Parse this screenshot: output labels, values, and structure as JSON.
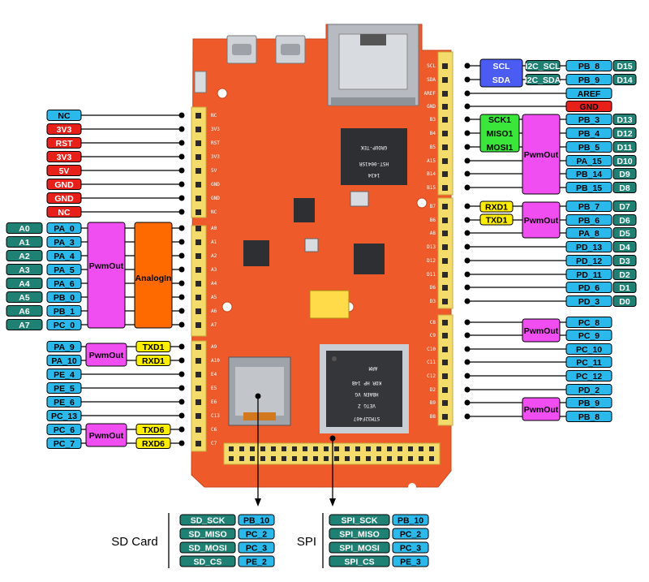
{
  "colors": {
    "board": "#ef5a2a",
    "header": "#f3dc6b",
    "cyan": "#2bb9ec",
    "teal": "#1f8074",
    "red": "#e8201a",
    "magenta": "#f04ef0",
    "orange": "#ff6a00",
    "yellow": "#ffee00",
    "green": "#39e639",
    "blue": "#4a5cf2",
    "line": "#000000"
  },
  "left_pins": [
    {
      "name": "NC",
      "color": "cyan"
    },
    {
      "name": "3V3",
      "color": "red"
    },
    {
      "name": "RST",
      "color": "red"
    },
    {
      "name": "3V3",
      "color": "red"
    },
    {
      "name": "5V",
      "color": "red"
    },
    {
      "name": "GND",
      "color": "red"
    },
    {
      "name": "GND",
      "color": "red"
    },
    {
      "name": "NC",
      "color": "red"
    },
    {
      "name": "PA_0",
      "color": "cyan",
      "analog": "A0"
    },
    {
      "name": "PA_3",
      "color": "cyan",
      "analog": "A1"
    },
    {
      "name": "PA_4",
      "color": "cyan",
      "analog": "A2"
    },
    {
      "name": "PA_5",
      "color": "cyan",
      "analog": "A3"
    },
    {
      "name": "PA_6",
      "color": "cyan",
      "analog": "A4"
    },
    {
      "name": "PB_0",
      "color": "cyan",
      "analog": "A5"
    },
    {
      "name": "PB_1",
      "color": "cyan",
      "analog": "A6"
    },
    {
      "name": "PC_0",
      "color": "cyan",
      "analog": "A7"
    },
    {
      "name": "PA_9",
      "color": "cyan",
      "side": "TXD1"
    },
    {
      "name": "PA_10",
      "color": "cyan",
      "side": "RXD1"
    },
    {
      "name": "PE_4",
      "color": "cyan"
    },
    {
      "name": "PE_5",
      "color": "cyan"
    },
    {
      "name": "PE_6",
      "color": "cyan"
    },
    {
      "name": "PC_13",
      "color": "cyan"
    },
    {
      "name": "PC_6",
      "color": "cyan",
      "side": "TXD6"
    },
    {
      "name": "PC_7",
      "color": "cyan",
      "side": "RXD6"
    }
  ],
  "right_pins": [
    {
      "name": "PB_8",
      "arduino": "D15",
      "color": "cyan",
      "tag": "I2C_SCL"
    },
    {
      "name": "PB_9",
      "arduino": "D14",
      "color": "cyan",
      "tag": "I2C_SDA"
    },
    {
      "name": "AREF",
      "arduino": "",
      "color": "cyan"
    },
    {
      "name": "GND",
      "arduino": "",
      "color": "red"
    },
    {
      "name": "PB_3",
      "arduino": "D13",
      "color": "cyan"
    },
    {
      "name": "PB_4",
      "arduino": "D12",
      "color": "cyan"
    },
    {
      "name": "PB_5",
      "arduino": "D11",
      "color": "cyan"
    },
    {
      "name": "PA_15",
      "arduino": "D10",
      "color": "cyan"
    },
    {
      "name": "PB_14",
      "arduino": "D9",
      "color": "cyan"
    },
    {
      "name": "PB_15",
      "arduino": "D8",
      "color": "cyan"
    },
    {
      "name": "PB_7",
      "arduino": "D7",
      "color": "cyan"
    },
    {
      "name": "PB_6",
      "arduino": "D6",
      "color": "cyan"
    },
    {
      "name": "PA_8",
      "arduino": "D5",
      "color": "cyan"
    },
    {
      "name": "PD_13",
      "arduino": "D4",
      "color": "cyan"
    },
    {
      "name": "PD_12",
      "arduino": "D3",
      "color": "cyan"
    },
    {
      "name": "PD_11",
      "arduino": "D2",
      "color": "cyan"
    },
    {
      "name": "PD_6",
      "arduino": "D1",
      "color": "cyan"
    },
    {
      "name": "PD_3",
      "arduino": "D0",
      "color": "cyan"
    },
    {
      "name": "PC_8",
      "arduino": "",
      "color": "cyan"
    },
    {
      "name": "PC_9",
      "arduino": "",
      "color": "cyan"
    },
    {
      "name": "PC_10",
      "arduino": "",
      "color": "cyan"
    },
    {
      "name": "PC_11",
      "arduino": "",
      "color": "cyan"
    },
    {
      "name": "PC_12",
      "arduino": "",
      "color": "cyan"
    },
    {
      "name": "PD_2",
      "arduino": "",
      "color": "cyan"
    },
    {
      "name": "PB_9",
      "arduino": "",
      "color": "cyan"
    },
    {
      "name": "PB_8",
      "arduino": "",
      "color": "cyan"
    }
  ],
  "groups": {
    "pwm_label": "PwmOut",
    "analog_label": "AnalogIn",
    "i2c": [
      "SCL",
      "SDA"
    ],
    "spi": [
      "SCK1",
      "MISO1",
      "MOSI1"
    ],
    "uart_right": [
      "RXD1",
      "TXD1"
    ]
  },
  "bottom": {
    "sd_title": "SD Card",
    "spi_title": "SPI",
    "sd_rows": [
      {
        "fn": "SD_SCK",
        "pin": "PB_10"
      },
      {
        "fn": "SD_MISO",
        "pin": "PC_2"
      },
      {
        "fn": "SD_MOSI",
        "pin": "PC_3"
      },
      {
        "fn": "SD_CS",
        "pin": "PE_2"
      }
    ],
    "spi_rows": [
      {
        "fn": "SPI_SCK",
        "pin": "PB_10"
      },
      {
        "fn": "SPI_MISO",
        "pin": "PC_2"
      },
      {
        "fn": "SPI_MOSI",
        "pin": "PC_3"
      },
      {
        "fn": "SPI_CS",
        "pin": "PE_3"
      }
    ]
  },
  "board_text": {
    "mcu": [
      "STM32F407",
      "VETG Z",
      "HBAEN VG",
      "KOR HP 14B"
    ],
    "arm": "ARM",
    "magjack": [
      "GROUP-TEK",
      "HST-0041SR",
      "1434"
    ]
  },
  "board_silk": {
    "left_header": [
      "NC",
      "3V3",
      "RST",
      "3V3",
      "5V",
      "GND",
      "GND",
      "NC",
      "A0",
      "A1",
      "A2",
      "A3",
      "A4",
      "A5",
      "A6",
      "A7",
      "A9",
      "A10",
      "E4",
      "E5",
      "E6",
      "C13",
      "C6",
      "C7"
    ],
    "right_header": [
      "SCL",
      "SDA",
      "AREF",
      "GND",
      "B3",
      "B4",
      "B5",
      "A15",
      "B14",
      "B15",
      "B7",
      "B6",
      "A8",
      "D13",
      "D12",
      "D11",
      "D6",
      "D3",
      "C8",
      "C9",
      "C10",
      "C11",
      "C12",
      "D2",
      "B9",
      "B8"
    ]
  }
}
